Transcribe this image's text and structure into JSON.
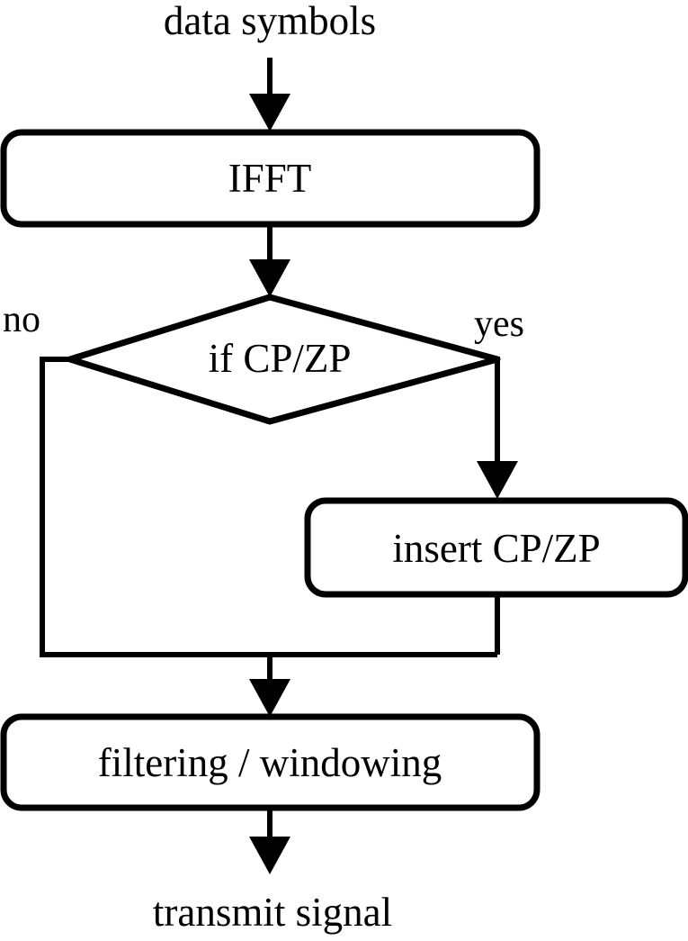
{
  "diagram": {
    "title": "OFDM transmitter flowchart",
    "type": "flowchart",
    "colors": {
      "background": "#ffffff",
      "stroke": "#000000",
      "fill": "#ffffff",
      "text": "#000000"
    },
    "io_terminals": [
      {
        "id": "input",
        "label": "data symbols"
      },
      {
        "id": "output",
        "label": "transmit signal"
      }
    ],
    "nodes": [
      {
        "id": "ifft",
        "shape": "rounded-rectangle",
        "label": "IFFT"
      },
      {
        "id": "decision",
        "shape": "diamond",
        "label": "if CP/ZP"
      },
      {
        "id": "insert",
        "shape": "rounded-rectangle",
        "label": "insert CP/ZP"
      },
      {
        "id": "filtering",
        "shape": "rounded-rectangle",
        "label": "filtering / windowing"
      }
    ],
    "edge_labels": [
      {
        "id": "no-branch",
        "label": "no"
      },
      {
        "id": "yes-branch",
        "label": "yes"
      }
    ],
    "edges": [
      {
        "from": "input",
        "to": "ifft",
        "label": ""
      },
      {
        "from": "ifft",
        "to": "decision",
        "label": ""
      },
      {
        "from": "decision",
        "to": "insert",
        "label": "yes"
      },
      {
        "from": "decision",
        "to": "merge",
        "label": "no"
      },
      {
        "from": "insert",
        "to": "merge",
        "label": ""
      },
      {
        "from": "merge",
        "to": "filtering",
        "label": ""
      },
      {
        "from": "filtering",
        "to": "output",
        "label": ""
      }
    ]
  }
}
